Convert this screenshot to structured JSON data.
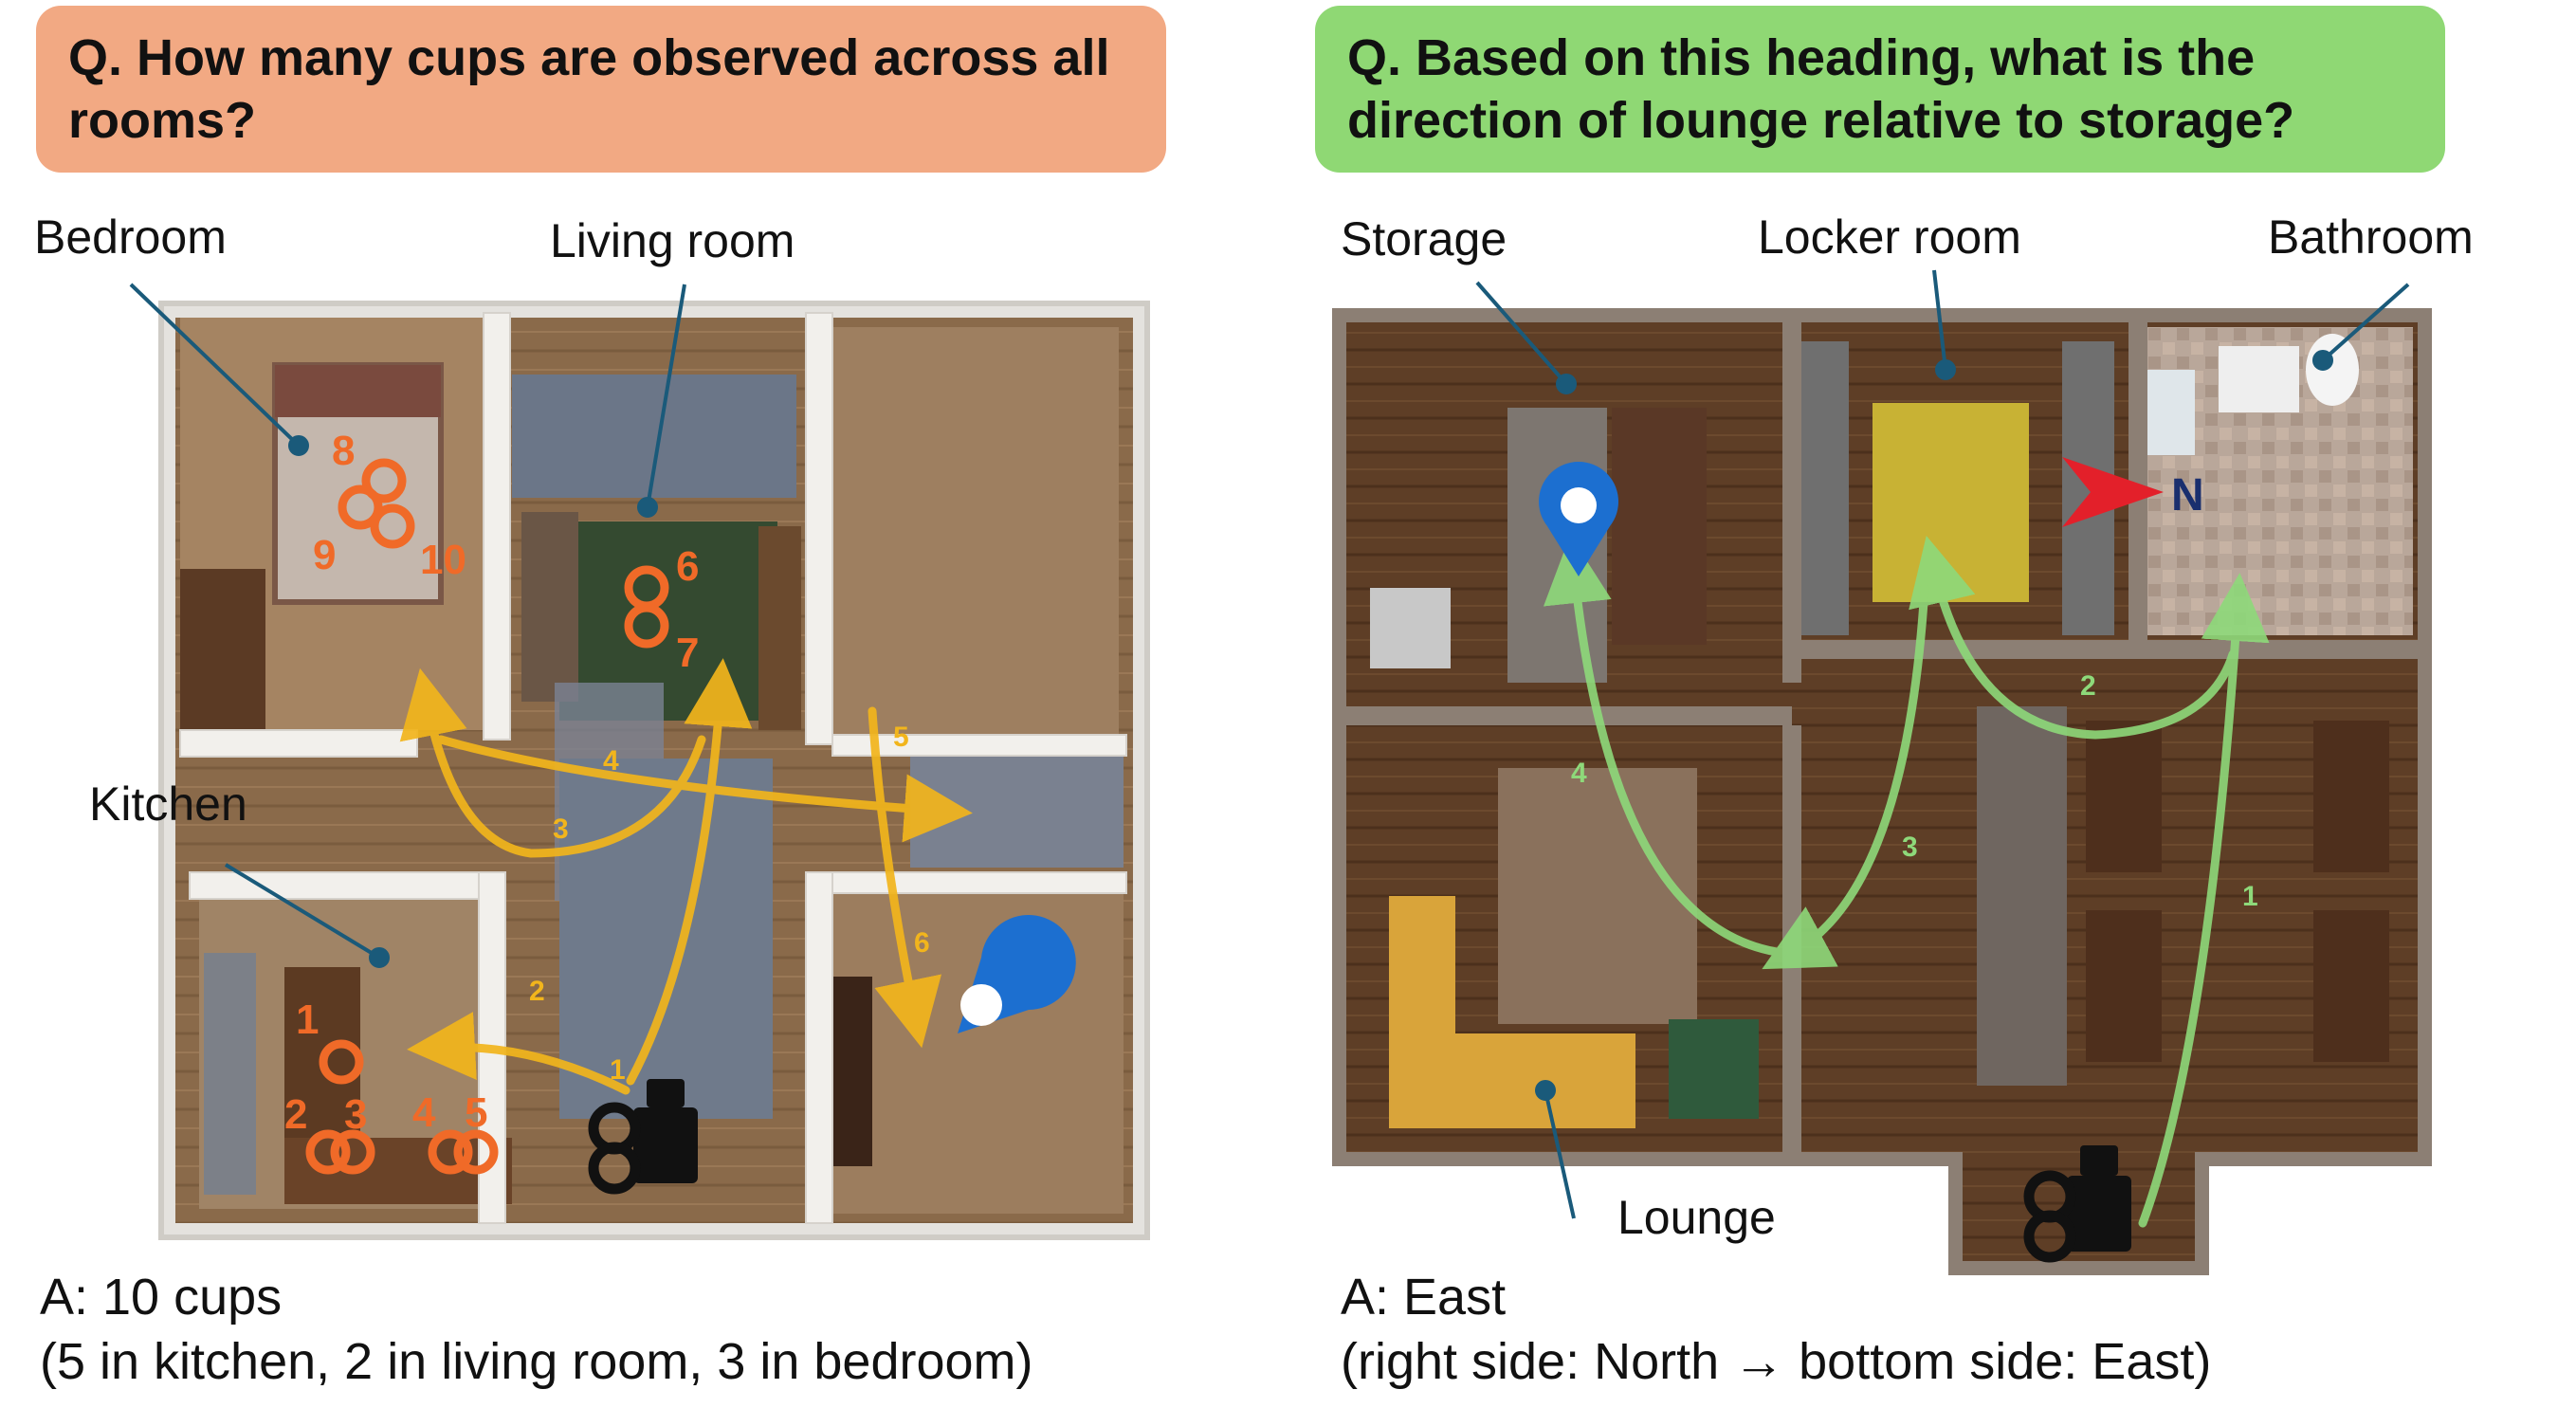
{
  "left_panel": {
    "question": "Q. How many cups are observed across all rooms?",
    "rooms": {
      "bedroom": "Bedroom",
      "living_room": "Living room",
      "kitchen": "Kitchen"
    },
    "cup_numbers": [
      "1",
      "2",
      "3",
      "4",
      "5",
      "6",
      "7",
      "8",
      "9",
      "10"
    ],
    "path_steps": [
      "1",
      "2",
      "3",
      "4",
      "5",
      "6"
    ],
    "answer_line1": "A: 10 cups",
    "answer_line2": "(5 in kitchen, 2 in living room, 3 in bedroom)"
  },
  "right_panel": {
    "question": "Q. Based on this heading, what is the direction of lounge relative to storage?",
    "rooms": {
      "storage": "Storage",
      "locker_room": "Locker room",
      "bathroom": "Bathroom",
      "lounge": "Lounge"
    },
    "compass_letter": "N",
    "path_steps": [
      "1",
      "2",
      "3",
      "4"
    ],
    "answer_line1": "A: East",
    "answer_line2": "(right side: North → bottom side: East)"
  },
  "colors": {
    "left_question_bg": "#f2a983",
    "right_question_bg": "#8fd874",
    "cup_orange": "#f06a28",
    "path_yellow": "#f2b51c",
    "path_green": "#8ed97a",
    "marker_blue": "#1c6fd0",
    "compass_red": "#e3202a",
    "compass_navy": "#1a2f6e"
  }
}
